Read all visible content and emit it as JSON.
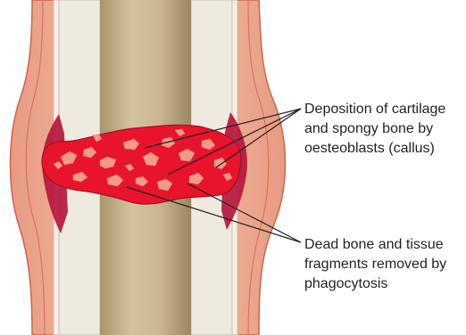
{
  "labels": {
    "callus": {
      "lines": [
        "Deposition of cartilage",
        "and spongy bone by",
        "oesteoblasts (callus)"
      ]
    },
    "phagocytosis": {
      "lines": [
        "Dead bone and tissue",
        "fragments removed by",
        "phagocytosis"
      ]
    }
  },
  "colors": {
    "soft_tissue": "#f2c2a4",
    "skin_edge": "#e0826c",
    "cortical_bone": "#eeeadf",
    "marrow_cavity": "#c8b48e",
    "callus": "#e8142b",
    "callus_dark": "#b5123a",
    "spongy_fragment": "#f39a8a",
    "leader_line": "#231f20"
  }
}
